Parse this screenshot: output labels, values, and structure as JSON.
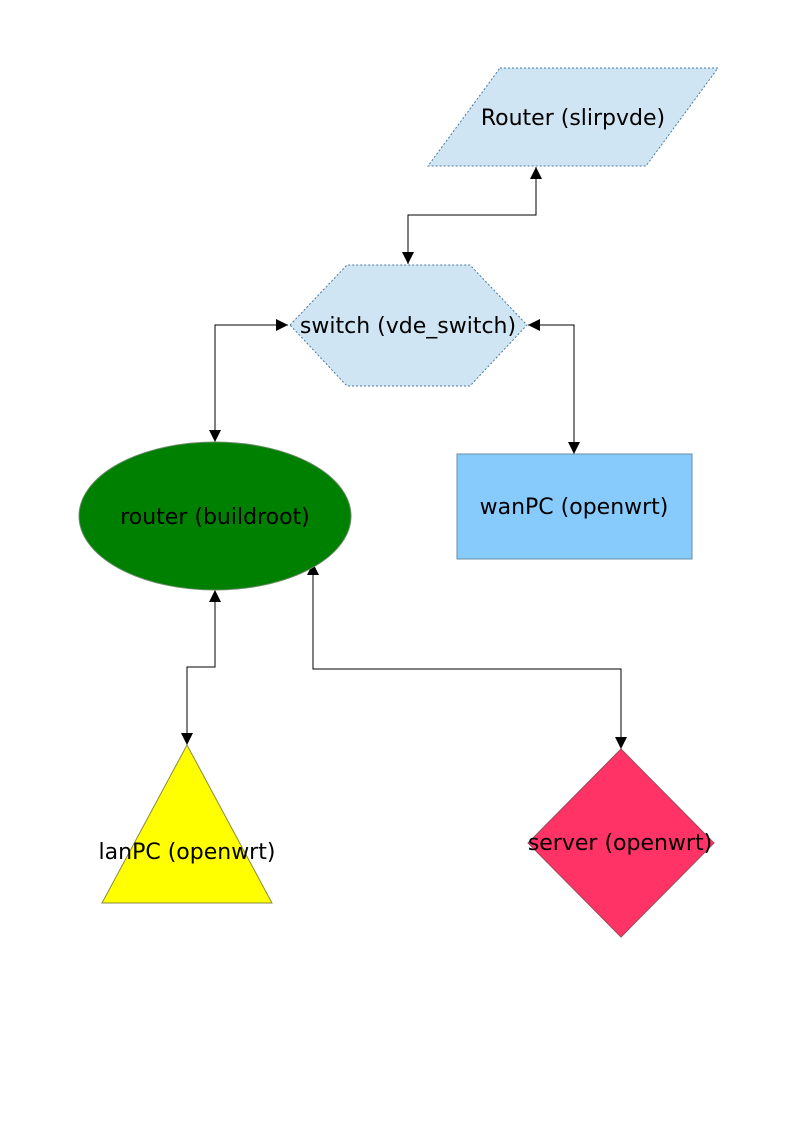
{
  "nodes": {
    "router_slirpvde": {
      "label": "Router (slirpvde)",
      "shape": "parallelogram",
      "fill": "#cfe5f3",
      "stroke": "#4a7aa0",
      "dashed": true
    },
    "switch": {
      "label": "switch (vde_switch)",
      "shape": "hexagon",
      "fill": "#cfe5f3",
      "stroke": "#4a7aa0",
      "dashed": true
    },
    "router_buildroot": {
      "label": "router (buildroot)",
      "shape": "ellipse",
      "fill": "#008000",
      "stroke": "#6a8a6a"
    },
    "wanpc": {
      "label": "wanPC (openwrt)",
      "shape": "rectangle",
      "fill": "#87cbfc",
      "stroke": "#6b8ea8"
    },
    "lanpc": {
      "label": "lanPC (openwrt)",
      "shape": "triangle",
      "fill": "#ffff00",
      "stroke": "#8a8a40"
    },
    "server": {
      "label": "server (openwrt)",
      "shape": "diamond",
      "fill": "#ff3366",
      "stroke": "#9a4a5a"
    }
  },
  "connections": [
    {
      "from": "switch",
      "to": "router_slirpvde",
      "bidirectional": true
    },
    {
      "from": "switch",
      "to": "router_buildroot",
      "bidirectional": true
    },
    {
      "from": "switch",
      "to": "wanpc",
      "bidirectional": true
    },
    {
      "from": "router_buildroot",
      "to": "lanpc",
      "bidirectional": true
    },
    {
      "from": "router_buildroot",
      "to": "server",
      "bidirectional": true
    }
  ],
  "colors": {
    "connector": "#000000"
  }
}
